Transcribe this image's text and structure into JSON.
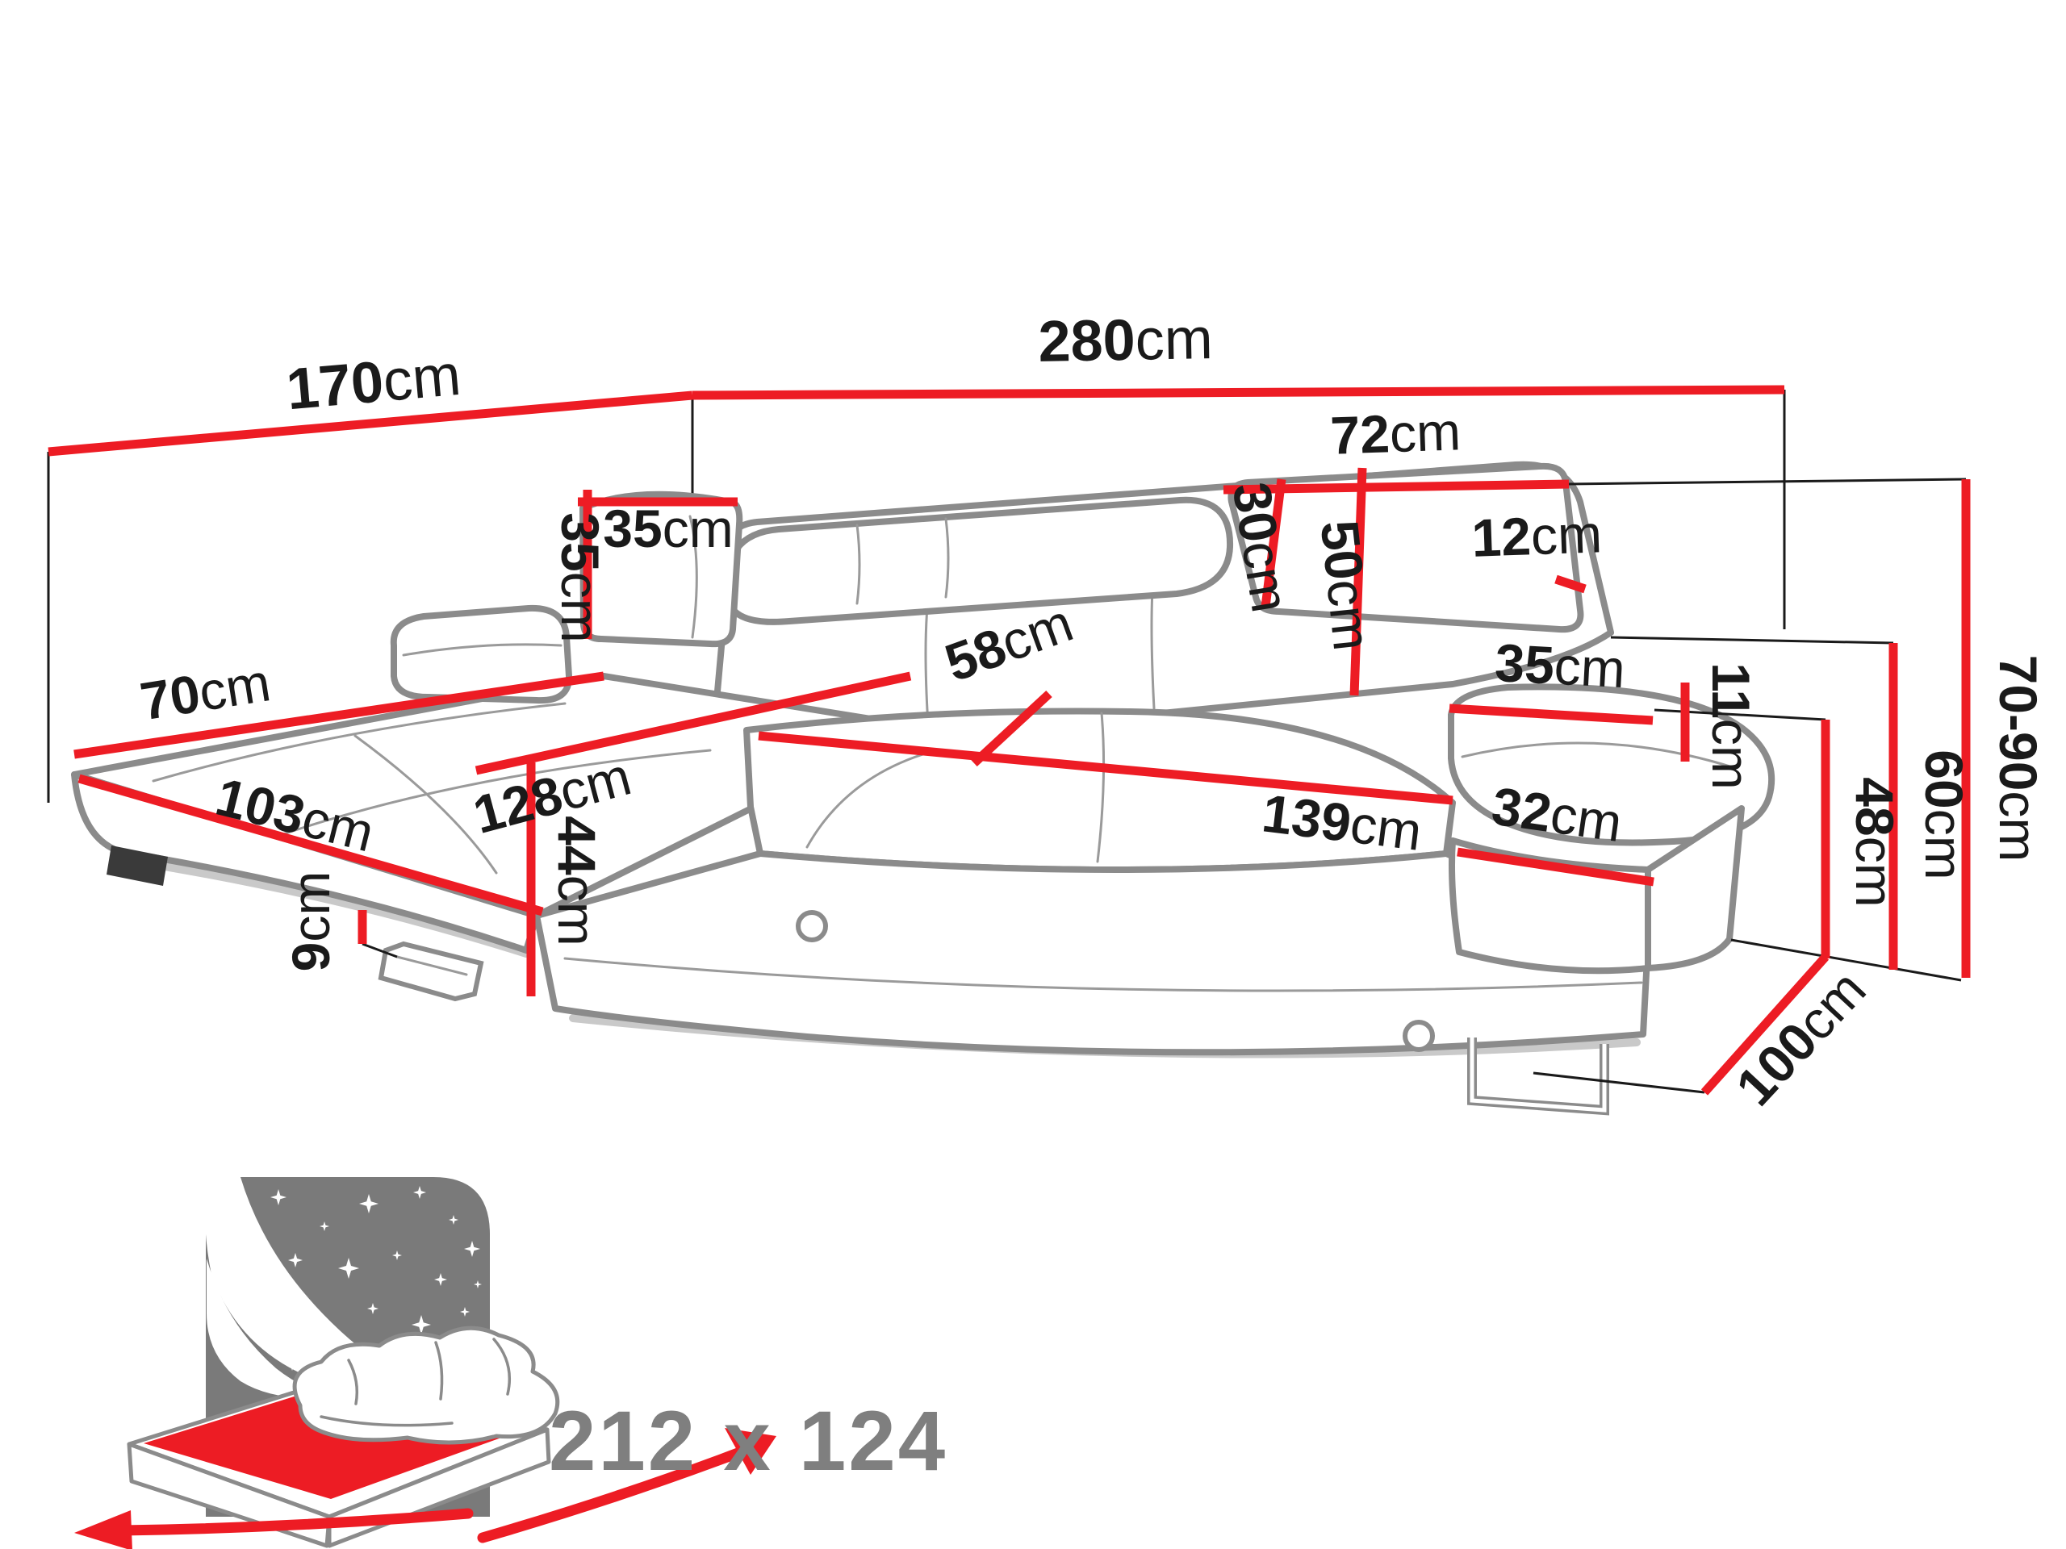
{
  "diagram": {
    "subject": "corner sofa bed dimension diagram",
    "unit": "cm"
  },
  "colors": {
    "dimension_red": "#ed1c24",
    "sofa_outline_gray": "#8b8b8b",
    "icon_panel_gray": "#7a7a7a",
    "label_black": "#1a1a1a",
    "sleep_size_gray": "#7f7f7f"
  },
  "dims": {
    "d170": {
      "value": "170",
      "unit": "cm"
    },
    "d280": {
      "value": "280",
      "unit": "cm"
    },
    "d72": {
      "value": "72",
      "unit": "cm"
    },
    "d12": {
      "value": "12",
      "unit": "cm"
    },
    "d35pw": {
      "value": "35",
      "unit": "cm"
    },
    "d35ph": {
      "value": "35",
      "unit": "cm"
    },
    "d30": {
      "value": "30",
      "unit": "cm"
    },
    "d50": {
      "value": "50",
      "unit": "cm"
    },
    "d70": {
      "value": "70",
      "unit": "cm"
    },
    "d103": {
      "value": "103",
      "unit": "cm"
    },
    "d128": {
      "value": "128",
      "unit": "cm"
    },
    "d58": {
      "value": "58",
      "unit": "cm"
    },
    "d139": {
      "value": "139",
      "unit": "cm"
    },
    "d32": {
      "value": "32",
      "unit": "cm"
    },
    "d35arm": {
      "value": "35",
      "unit": "cm"
    },
    "d11": {
      "value": "11",
      "unit": "cm"
    },
    "d44": {
      "value": "44",
      "unit": "cm"
    },
    "d9": {
      "value": "9",
      "unit": "cm"
    },
    "d48": {
      "value": "48",
      "unit": "cm"
    },
    "d60": {
      "value": "60",
      "unit": "cm"
    },
    "d7090": {
      "value": "70-90",
      "unit": "cm"
    },
    "d100": {
      "value": "100",
      "unit": "cm"
    }
  },
  "sleeping_area": {
    "size_label": "212 x 124"
  }
}
